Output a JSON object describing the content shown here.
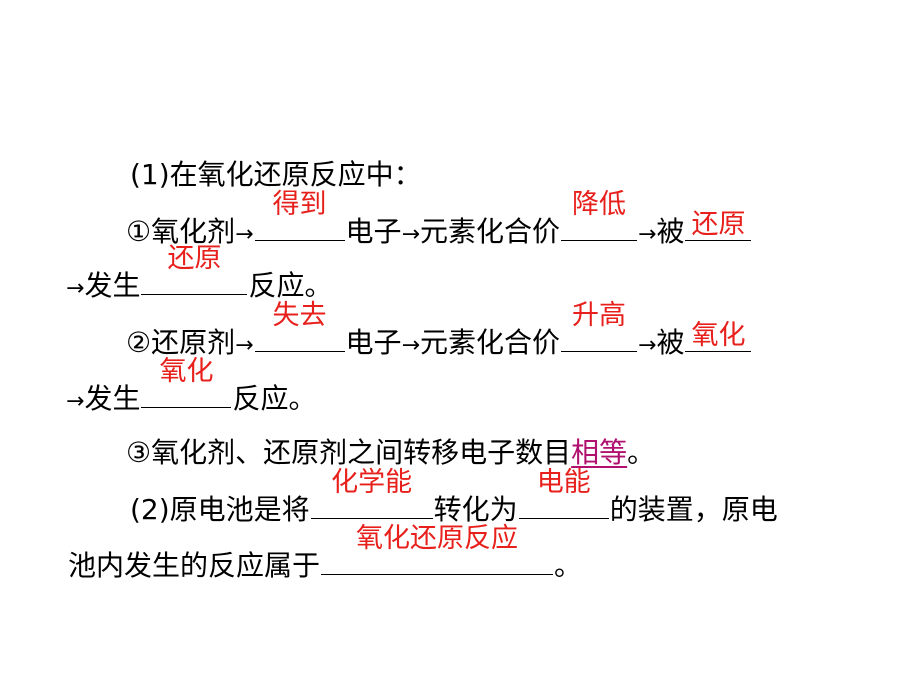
{
  "p1": {
    "text": "(1)在氧化还原反应中："
  },
  "oxidant": {
    "prefix": "①氧化剂",
    "arrow": "→",
    "ans1": "得到",
    "mid": "电子",
    "mid2": "元素化合价",
    "ans2": "降低",
    "bei": "被",
    "ans3": "还原",
    "line2_prefix": "发生",
    "ans4": "还原",
    "line2_suffix": "反应。"
  },
  "reductant": {
    "prefix": "②还原剂",
    "arrow": "→",
    "ans1": "失去",
    "mid": "电子",
    "mid2": "元素化合价",
    "ans2": "升高",
    "bei": "被",
    "ans3": "氧化",
    "line2_prefix": "发生",
    "ans4": "氧化",
    "line2_suffix": "反应。"
  },
  "p3": {
    "text": "③氧化剂、还原剂之间转移电子数目",
    "answer": "相等",
    "end": "。"
  },
  "p2": {
    "prefix": "(2)原电池是将",
    "ans1": "化学能",
    "mid": "转化为",
    "ans2": "电能",
    "suffix": "的装置，原电",
    "line2_prefix": "池内发生的反应属于",
    "ans3": "氧化还原反应",
    "line2_suffix": "。"
  },
  "colors": {
    "answer": "#e8201c",
    "highlight": "#b0106e"
  }
}
